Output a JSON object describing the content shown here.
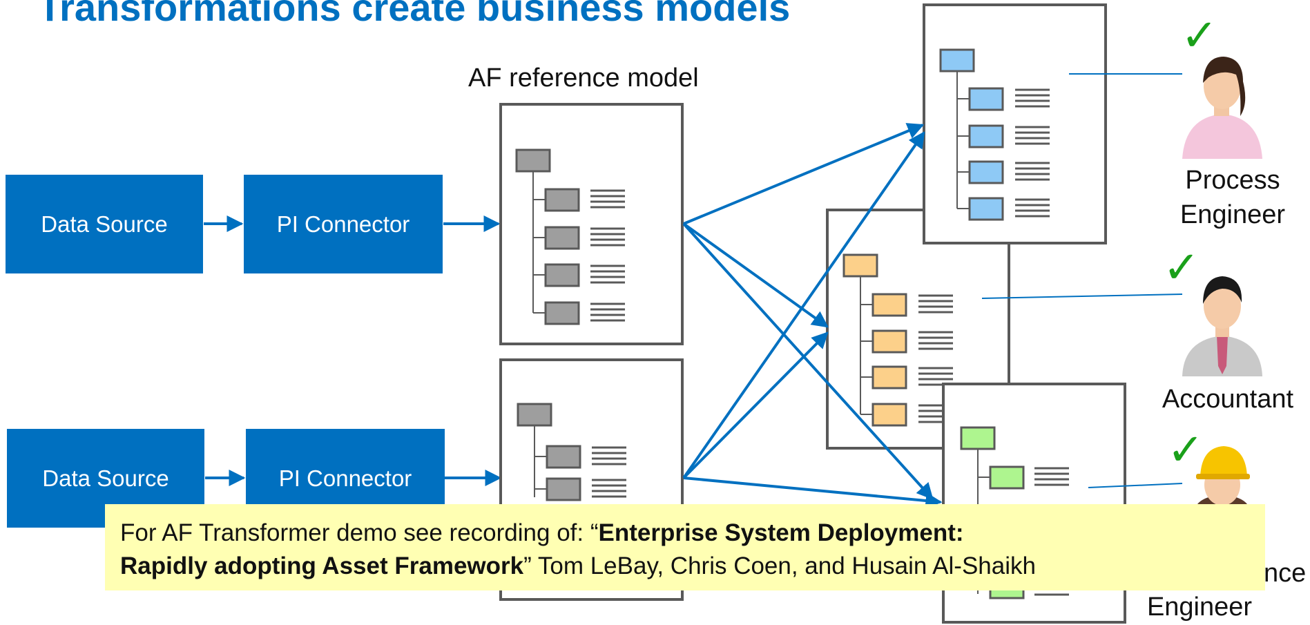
{
  "title": "Transformations create business models",
  "reference_model_label": "AF reference model",
  "pipelines": [
    {
      "source_label": "Data Source",
      "connector_label": "PI Connector"
    },
    {
      "source_label": "Data Source",
      "connector_label": "PI Connector"
    }
  ],
  "roles": [
    {
      "line1": "Process",
      "line2": "Engineer",
      "check": "✓"
    },
    {
      "line1": "Accountant",
      "line2": "",
      "check": "✓"
    },
    {
      "line1": "nce",
      "line2": "Engineer",
      "check": "✓"
    }
  ],
  "note": {
    "prefix": "For AF Transformer demo see recording of: “",
    "bold1": "Enterprise System Deployment:",
    "bold2": "Rapidly adopting Asset Framework",
    "suffix": "” Tom LeBay, Chris Coen, and Husain Al-Shaikh"
  },
  "colors": {
    "accent": "#0070c0",
    "reference_node": "#9e9e9e",
    "process_node": "#8ec9f5",
    "accounting_node": "#fcd08a",
    "maintenance_node": "#aef58f",
    "note_bg": "#ffffb3",
    "check": "#1aa01a"
  },
  "icons": [
    "checkmark-icon",
    "businesswoman-icon",
    "businessman-icon",
    "hardhat-worker-icon"
  ]
}
